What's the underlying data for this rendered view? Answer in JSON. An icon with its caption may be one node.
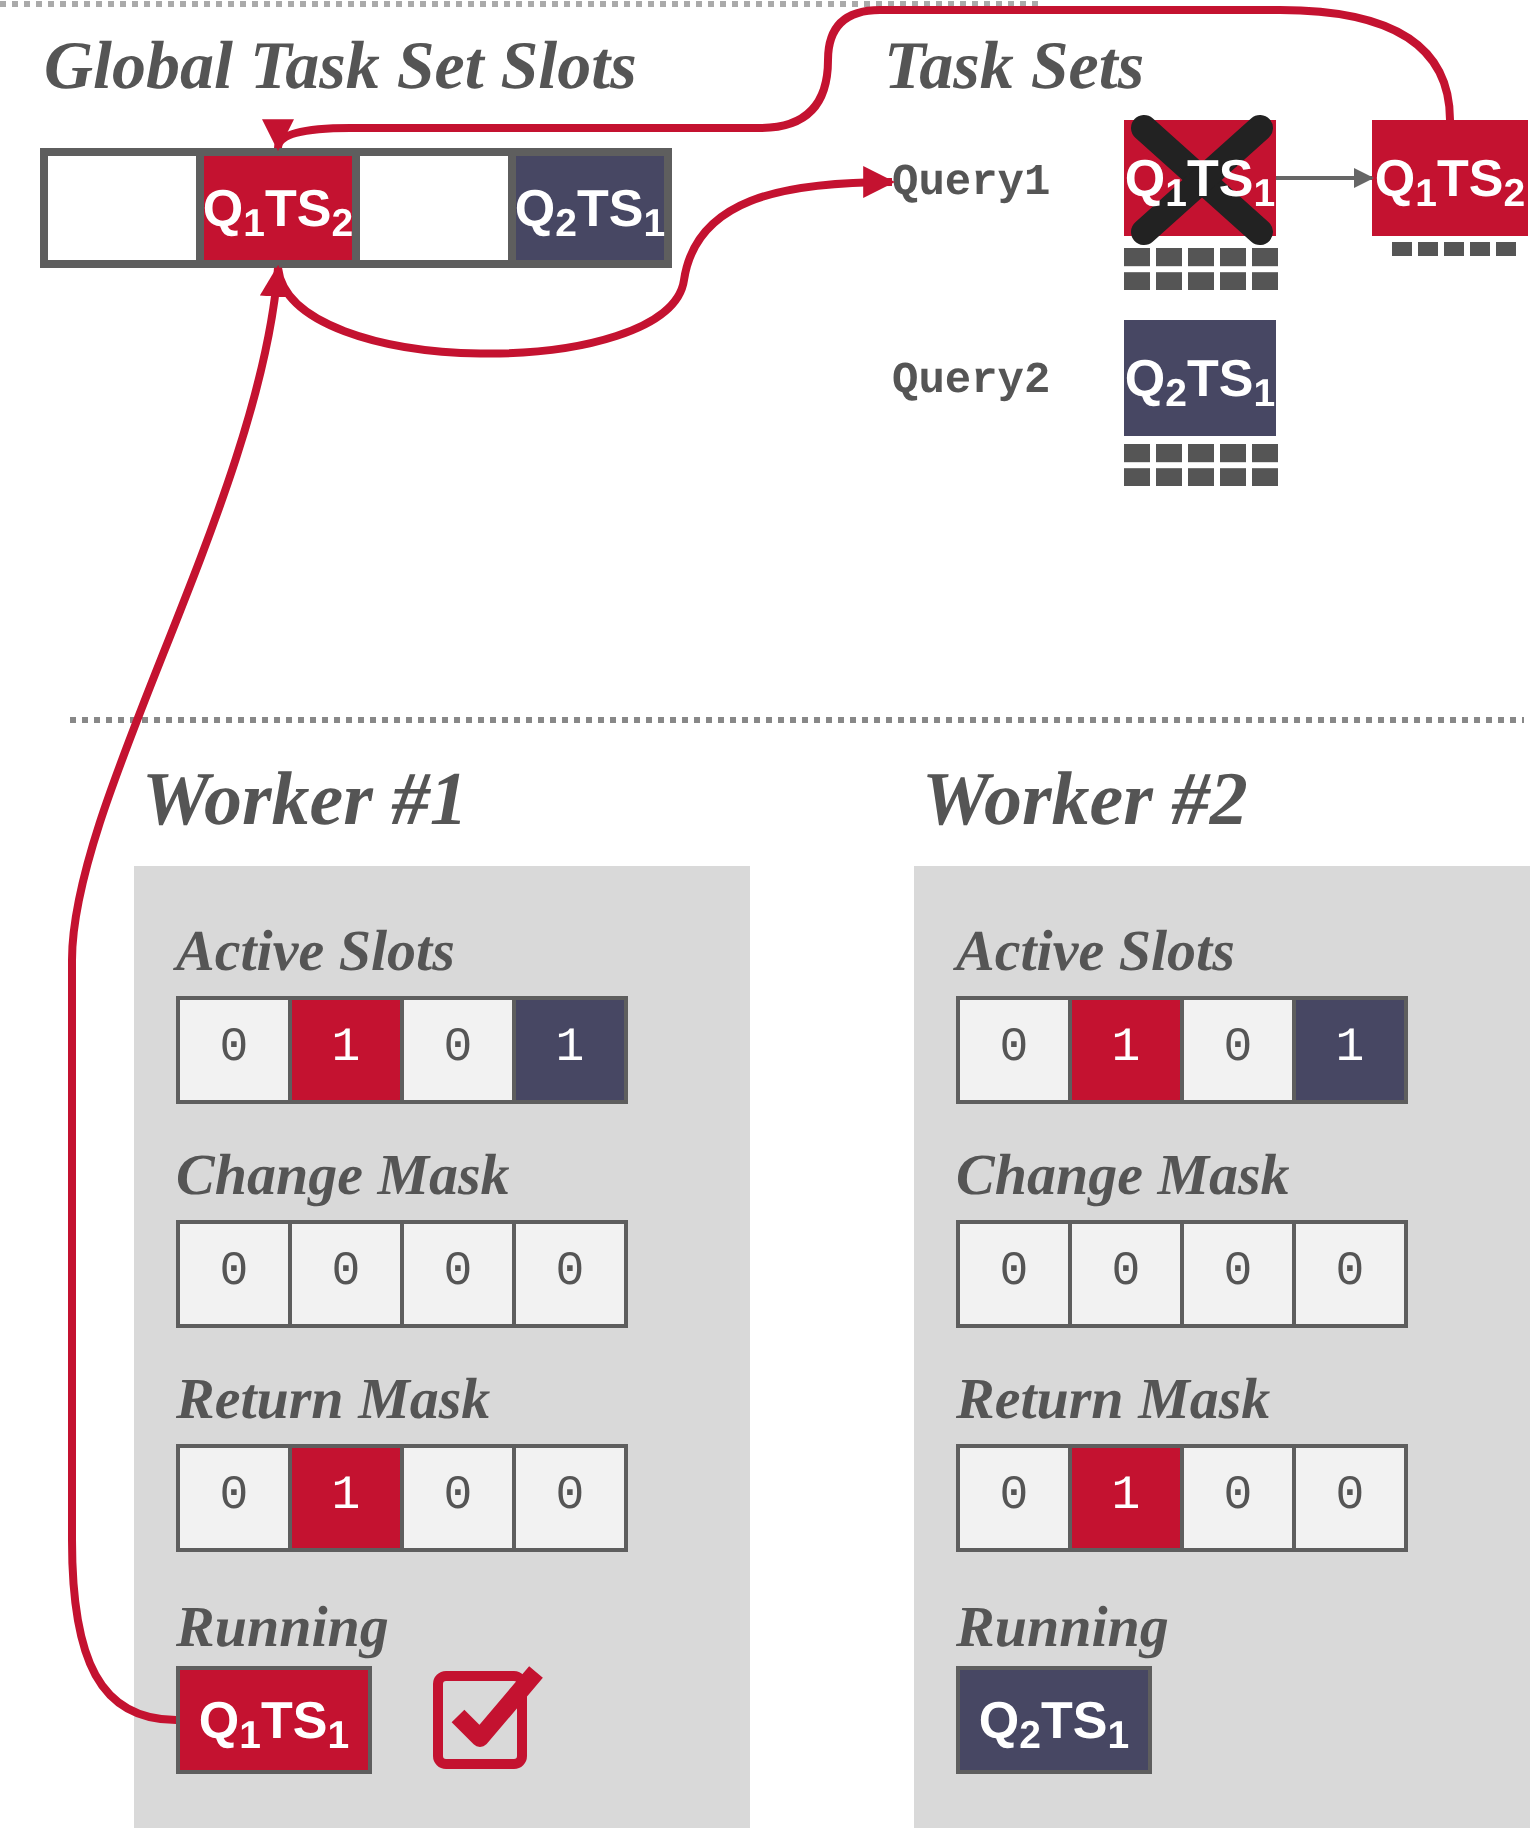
{
  "diagram": {
    "nodes": [
      {
        "text": [],
        "shape": "box"
      },
      {
        "text": [
          "Q$_{1}$TS$_{2}$"
        ]
      },
      {
        "text": [],
        "shape": "box"
      },
      {
        "text": [
          "Q$_{2}$TS$_{1}$"
        ]
      },
      {
        "text": [
          "Query1"
        ]
      },
      {
        "text": [
          "Q$_{1}$TS$_{1}$"
        ]
      },
      {
        "text": [
          "Q$_{1}$TS$_{2}$"
        ]
      },
      {
        "text": [
          "Q$_{2}$TS$_{1}$"
        ]
      },
      {
        "text": [
          "Worker #1"
        ]
      },
      {
        "text": [
          "Q$_{1}$TS$_{1}$"
        ],
        "in": 8
      },
      {
        "text": [
          "Worker #2"
        ]
      },
      {
        "text": [
          "Q$_{2}$TS$_{1}$"
        ],
        "in": 10
      }
    ],
    "edges": [
      {
        "from": 6,
        "to": 1,
        "arrow": "to"
      },
      {
        "from": 1,
        "to": 4,
        "arrow": "to"
      },
      {
        "from": 9,
        "to": 1,
        "arrow": "to"
      },
      {
        "from": 5,
        "to": 6,
        "arrow": "to",
        "color": "#666666"
      }
    ],
    "labels": [
      "Global Task Set Slots",
      "Task Sets",
      "Query2",
      "Active Slots",
      "0",
      "1",
      "0",
      "1",
      "Change Mask",
      "0",
      "0",
      "0",
      "0",
      "Return Mask",
      "0",
      "1",
      "0",
      "0",
      "Running",
      "Active Slots",
      "0",
      "1",
      "0",
      "1",
      "Change Mask",
      "0",
      "0",
      "0",
      "0",
      "Return Mask",
      "0",
      "1",
      "0",
      "0",
      "Running"
    ]
  }
}
